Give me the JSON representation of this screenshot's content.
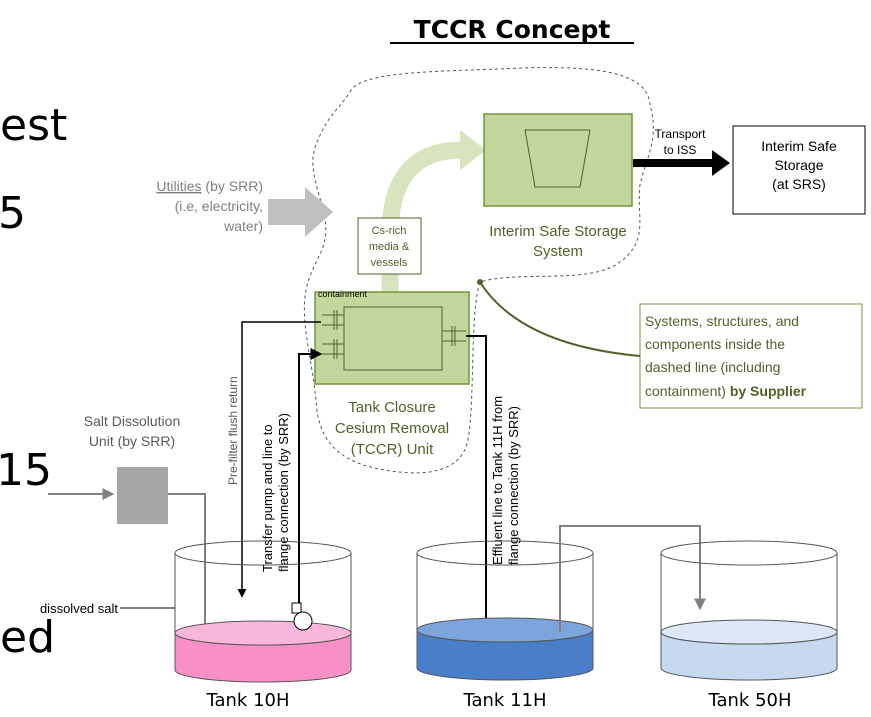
{
  "title": "TCCR Concept",
  "left_fragments": {
    "line1": "est",
    "line2": "5",
    "line3": "15",
    "line4": "ed"
  },
  "labels": {
    "transport_line1": "Transport",
    "transport_line2": "to ISS",
    "interim_safe_storage_line1": "Interim Safe",
    "interim_safe_storage_line2": "Storage",
    "interim_safe_storage_line3": "(at SRS)",
    "iss_system_line1": "Interim Safe Storage",
    "iss_system_line2": "System",
    "utilities_link": "Utilities",
    "utilities_rest": " (by SRR)",
    "utilities_line2": "(i.e, electricity,",
    "utilities_line3": "water)",
    "cs_rich_line1": "Cs-rich",
    "cs_rich_line2": "media &",
    "cs_rich_line3": "vessels",
    "containment": "containment",
    "supplier_line1": "Systems, structures, and",
    "supplier_line2": "components inside the",
    "supplier_line3": "dashed line (including",
    "supplier_line4_plain": "containment) ",
    "supplier_line4_bold": "by Supplier",
    "tccr_line1": "Tank Closure",
    "tccr_line2": "Cesium Removal",
    "tccr_line3": "(TCCR) Unit",
    "salt_line1": "Salt Dissolution",
    "salt_line2": "Unit (by SRR)",
    "prefilter": "Pre-filter flush return",
    "transfer_line1": "Transfer pump and line to",
    "transfer_line2": "flange connection (by SRR)",
    "effluent_line1": "Effluent line to Tank 11H from",
    "effluent_line2": "flange connection (by SRR)",
    "dissolved_salt": "dissolved salt",
    "tank_10h": "Tank 10H",
    "tank_11h": "Tank 11H",
    "tank_50h": "Tank 50H"
  },
  "colors": {
    "green_fill": "#c3d69b",
    "green_light": "#d7e4bd",
    "green_text": "#4f6228",
    "green_border": "#77933c",
    "gray": "#a6a6a6",
    "tank10_liquid": "#f890c8",
    "tank11_liquid": "#4a7ec8",
    "tank50_liquid": "#c6d9f1"
  }
}
